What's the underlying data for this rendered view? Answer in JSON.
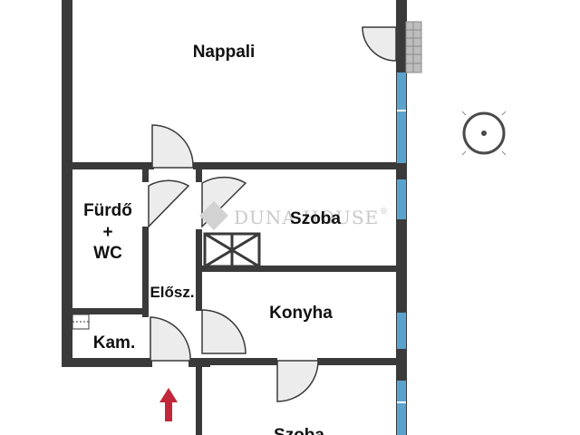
{
  "rooms": {
    "nappali": "Nappali",
    "furdo_line1": "Fürdő",
    "furdo_line2": "+",
    "furdo_line3": "WC",
    "szoba_upper": "Szoba",
    "eloszoba": "Elősz.",
    "konyha": "Konyha",
    "kamra": "Kam.",
    "szoba_lower": "Szoba"
  },
  "watermark": {
    "text": "DUNA HOUSE",
    "registered": "®"
  },
  "colors": {
    "wall": "#3a3a3a",
    "window": "#5ba3cf",
    "entrance_arrow": "#c2283a",
    "door_swing": "#e0e0e0",
    "vent_grid": "#a5a5a5",
    "compass": "#555555"
  },
  "icons": {
    "compass": "compass-icon",
    "entrance": "entrance-arrow-icon",
    "stairs": "stair-grid-icon",
    "vent": "ventilation-icon",
    "watermark_logo": "duna-house-logo-icon"
  }
}
